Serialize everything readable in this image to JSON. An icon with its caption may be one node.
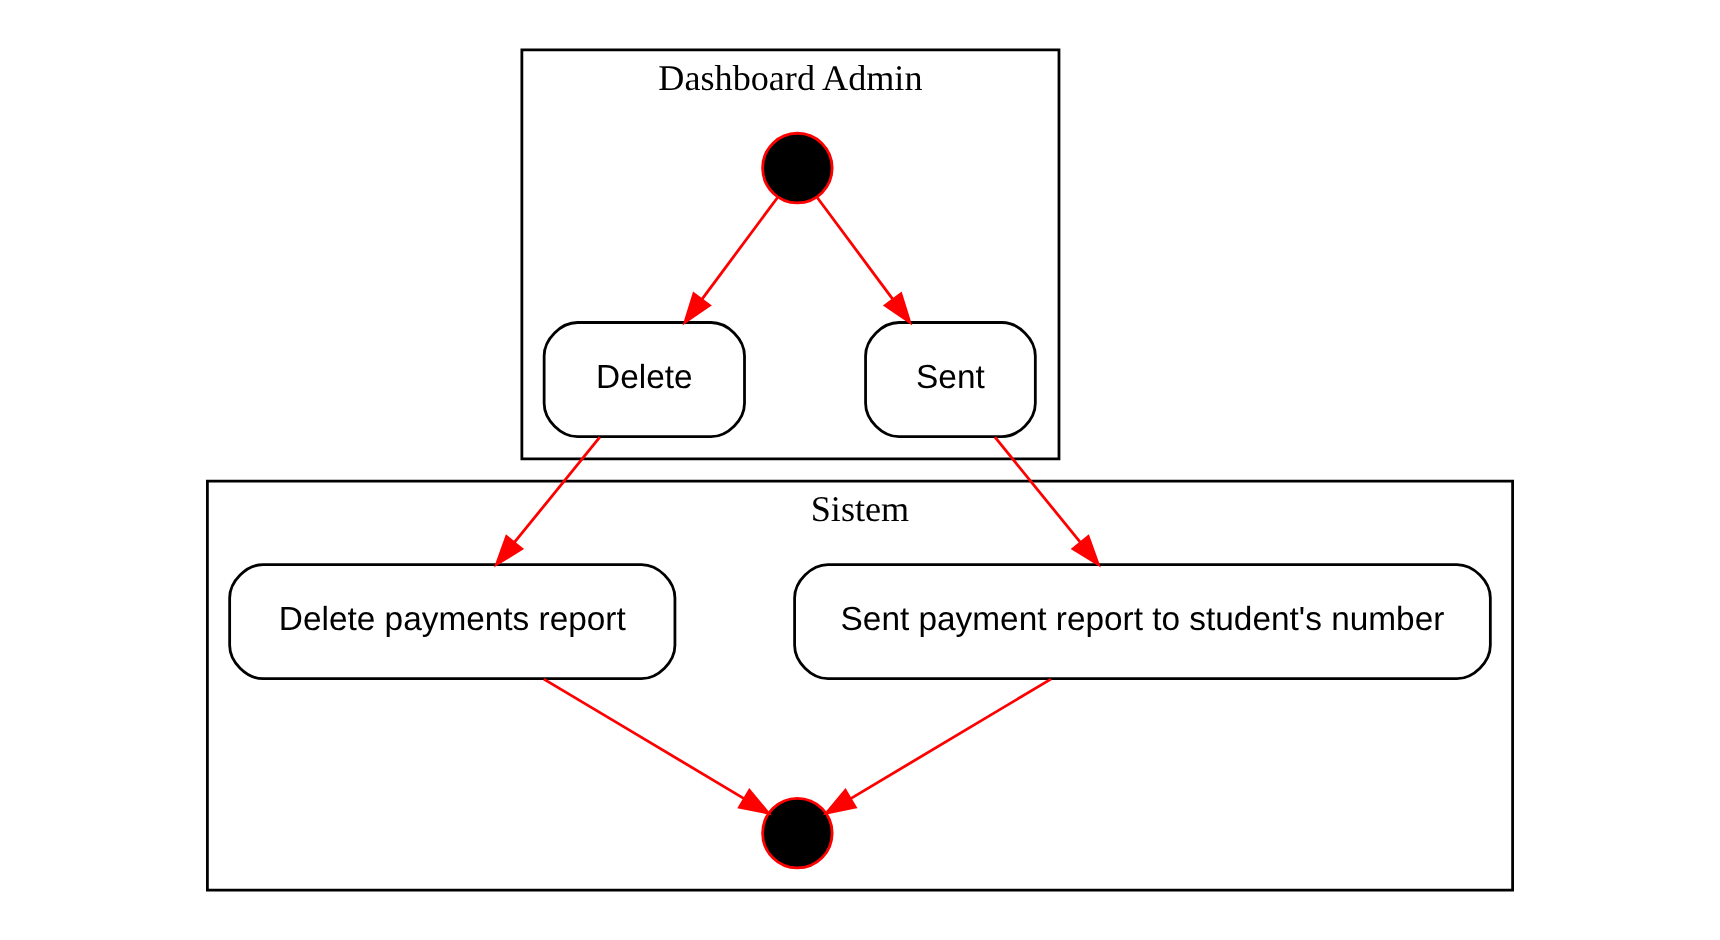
{
  "diagram": {
    "nodes": [
      {
        "text": [
          "Dashboard Admin"
        ]
      },
      {
        "text": [
          "Sistem"
        ]
      },
      {
        "text": [],
        "shape": "circle",
        "in": 0
      },
      {
        "text": [
          "Delete"
        ],
        "in": 0
      },
      {
        "text": [
          "Sent"
        ],
        "in": 0
      },
      {
        "text": [
          "Sent payment report to student's number"
        ],
        "in": 1
      },
      {
        "text": [
          "Delete payments report"
        ],
        "in": 1
      },
      {
        "text": [],
        "shape": "circle",
        "in": 1
      }
    ],
    "edges": [
      {
        "from": 2,
        "to": 3,
        "arrow": "to"
      },
      {
        "from": 2,
        "to": 4,
        "arrow": "to"
      },
      {
        "from": 4,
        "to": 5,
        "arrow": "to"
      },
      {
        "from": 3,
        "to": 6,
        "arrow": "to"
      },
      {
        "from": 5,
        "to": 7,
        "arrow": "to"
      },
      {
        "from": 6,
        "to": 7,
        "arrow": "to"
      }
    ]
  }
}
